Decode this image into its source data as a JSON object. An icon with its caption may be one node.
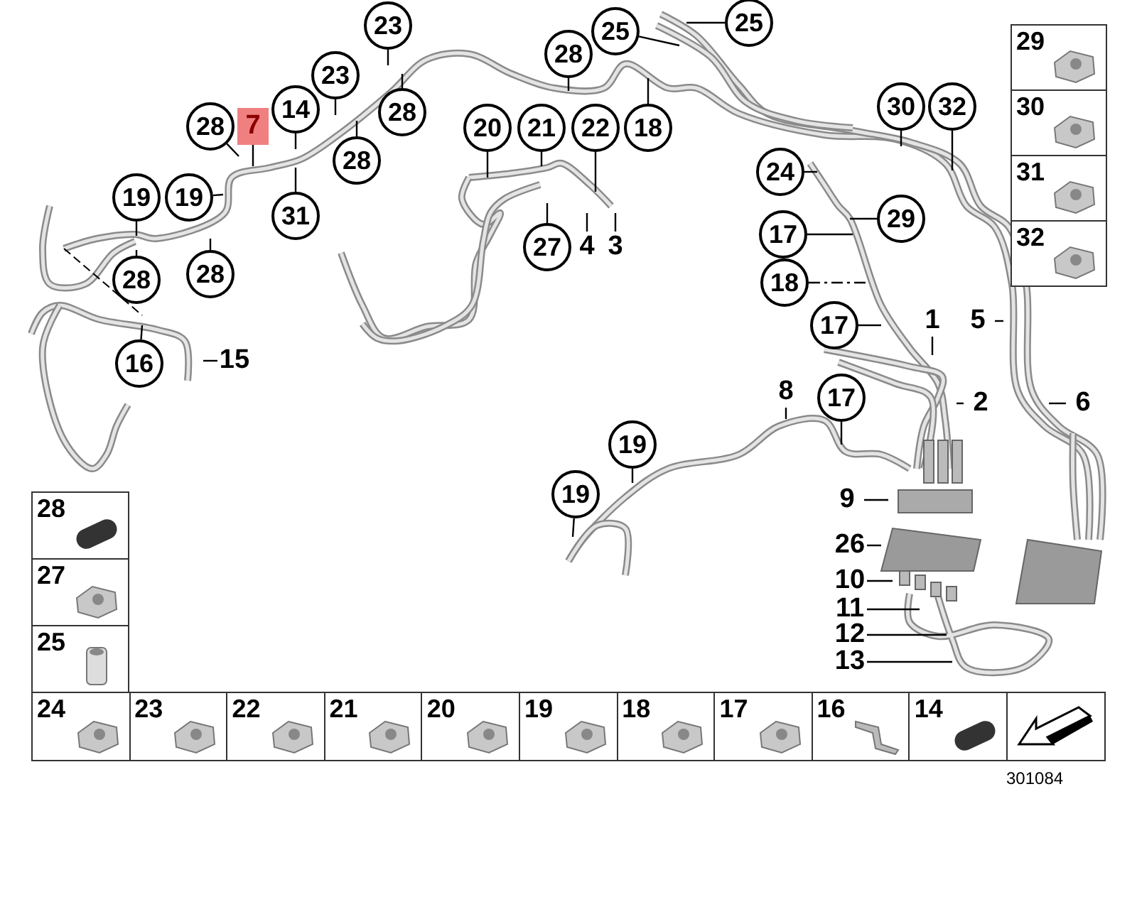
{
  "diagram": {
    "nodes": [
      {
        "text": [
          "23"
        ]
      },
      {
        "text": [
          "25"
        ]
      },
      {
        "text": [
          "25"
        ]
      },
      {
        "text": [
          "28"
        ]
      },
      {
        "text": [
          "23"
        ]
      },
      {
        "text": [
          "14"
        ]
      },
      {
        "text": [
          "28"
        ]
      },
      {
        "text": [
          "28"
        ]
      },
      {
        "text": [
          "7"
        ]
      },
      {
        "text": [
          "20"
        ]
      },
      {
        "text": [
          "21"
        ]
      },
      {
        "text": [
          "22"
        ]
      },
      {
        "text": [
          "18"
        ]
      },
      {
        "text": [
          "30"
        ]
      },
      {
        "text": [
          "32"
        ]
      },
      {
        "text": [
          "28"
        ]
      },
      {
        "text": [
          "24"
        ]
      },
      {
        "text": [
          "19"
        ]
      },
      {
        "text": [
          "19"
        ]
      },
      {
        "text": [
          "31"
        ]
      },
      {
        "text": [
          "29"
        ]
      },
      {
        "text": [
          "17"
        ]
      },
      {
        "text": [
          "27"
        ]
      },
      {
        "text": [
          "4"
        ]
      },
      {
        "text": [
          "3"
        ]
      },
      {
        "text": [
          "28"
        ]
      },
      {
        "text": [
          "28"
        ]
      },
      {
        "text": [
          "18"
        ]
      },
      {
        "text": [
          "17"
        ]
      },
      {
        "text": [
          "1"
        ]
      },
      {
        "text": [
          "5"
        ]
      },
      {
        "text": [
          "16"
        ]
      },
      {
        "text": [
          "15"
        ]
      },
      {
        "text": [
          "8"
        ]
      },
      {
        "text": [
          "17"
        ]
      },
      {
        "text": [
          "2"
        ]
      },
      {
        "text": [
          "6"
        ]
      },
      {
        "text": [
          "19"
        ]
      },
      {
        "text": [
          "19"
        ]
      },
      {
        "text": [
          "9"
        ]
      },
      {
        "text": [
          "26"
        ]
      },
      {
        "text": [
          "10"
        ]
      },
      {
        "text": [
          "11"
        ]
      },
      {
        "text": [
          "12"
        ]
      },
      {
        "text": [
          "13"
        ]
      }
    ],
    "edges": [
      {
        "from": 0,
        "to": null,
        "arrow": "none"
      },
      {
        "from": 1,
        "to": null,
        "arrow": "none"
      },
      {
        "from": 2,
        "to": null,
        "arrow": "none"
      },
      {
        "from": 3,
        "to": null,
        "arrow": "none"
      },
      {
        "from": 4,
        "to": null,
        "arrow": "none"
      },
      {
        "from": 5,
        "to": null,
        "arrow": "none"
      },
      {
        "from": 6,
        "to": null,
        "arrow": "none"
      },
      {
        "from": 7,
        "to": null,
        "arrow": "none"
      },
      {
        "from": 8,
        "to": null,
        "arrow": "none"
      },
      {
        "from": 9,
        "to": null,
        "arrow": "none"
      },
      {
        "from": 10,
        "to": null,
        "arrow": "none"
      },
      {
        "from": 11,
        "to": null,
        "arrow": "none"
      },
      {
        "from": 12,
        "to": null,
        "arrow": "none"
      },
      {
        "from": 13,
        "to": null,
        "arrow": "none"
      },
      {
        "from": 14,
        "to": null,
        "arrow": "none"
      },
      {
        "from": 15,
        "to": null,
        "arrow": "none"
      },
      {
        "from": 16,
        "to": null,
        "arrow": "none"
      },
      {
        "from": 17,
        "to": null,
        "arrow": "none"
      },
      {
        "from": 18,
        "to": null,
        "arrow": "none"
      },
      {
        "from": 19,
        "to": null,
        "arrow": "none"
      },
      {
        "from": 20,
        "to": null,
        "arrow": "none"
      },
      {
        "from": 21,
        "to": null,
        "arrow": "none"
      },
      {
        "from": 22,
        "to": null,
        "arrow": "none"
      },
      {
        "from": 23,
        "to": null,
        "arrow": "none"
      },
      {
        "from": 24,
        "to": null,
        "arrow": "none"
      },
      {
        "from": 25,
        "to": null,
        "arrow": "none"
      },
      {
        "from": 26,
        "to": null,
        "arrow": "none"
      },
      {
        "from": 27,
        "to": null,
        "arrow": "none",
        "style": "dashed"
      },
      {
        "from": 28,
        "to": null,
        "arrow": "none"
      },
      {
        "from": 29,
        "to": null,
        "arrow": "none"
      },
      {
        "from": 30,
        "to": null,
        "arrow": "none"
      },
      {
        "from": 31,
        "to": null,
        "arrow": "none"
      },
      {
        "from": 32,
        "to": null,
        "arrow": "none"
      },
      {
        "from": 33,
        "to": null,
        "arrow": "none"
      },
      {
        "from": 34,
        "to": null,
        "arrow": "none"
      },
      {
        "from": 35,
        "to": null,
        "arrow": "none"
      },
      {
        "from": 36,
        "to": null,
        "arrow": "none"
      },
      {
        "from": 37,
        "to": null,
        "arrow": "none"
      },
      {
        "from": 38,
        "to": null,
        "arrow": "none"
      },
      {
        "from": 39,
        "to": null,
        "arrow": "none"
      },
      {
        "from": 40,
        "to": null,
        "arrow": "none"
      },
      {
        "from": 41,
        "to": null,
        "arrow": "none"
      },
      {
        "from": 42,
        "to": null,
        "arrow": "none"
      },
      {
        "from": 43,
        "to": null,
        "arrow": "none"
      },
      {
        "from": 44,
        "to": null,
        "arrow": "none"
      }
    ],
    "labels": [
      "29",
      "30",
      "31",
      "32",
      "28",
      "27",
      "25",
      "24",
      "23",
      "22",
      "21",
      "20",
      "19",
      "18",
      "17",
      "16",
      "14",
      "301084"
    ]
  }
}
